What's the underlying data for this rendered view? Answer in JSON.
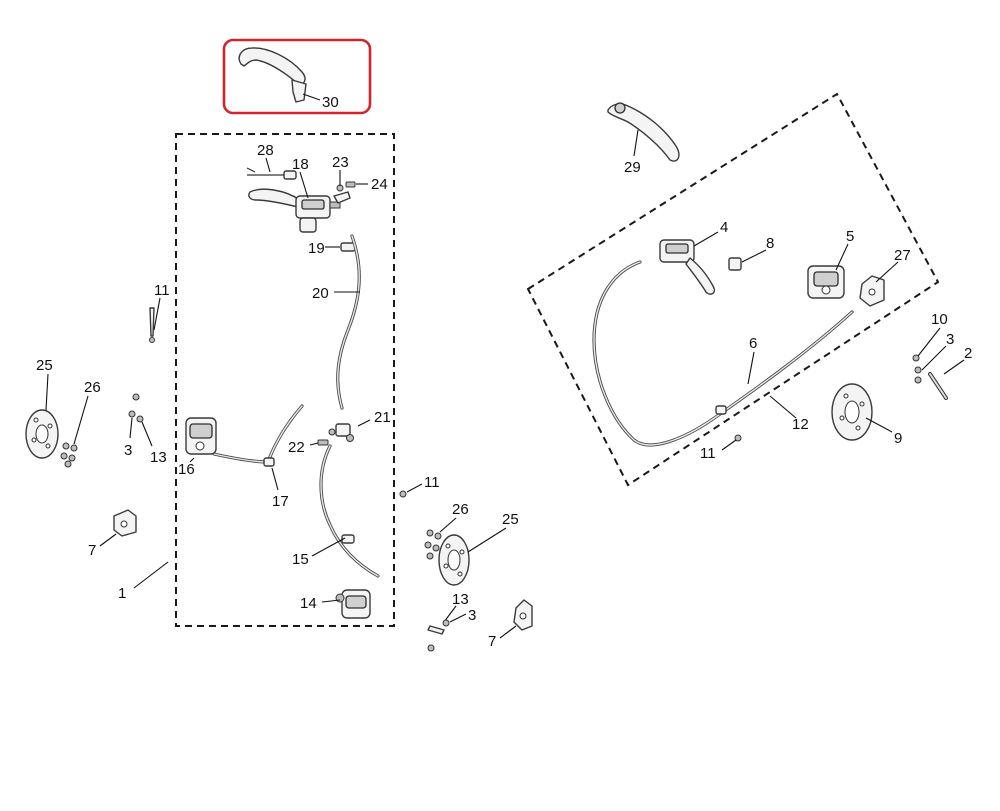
{
  "callouts": {
    "c30": "30",
    "c28": "28",
    "c18": "18",
    "c23": "23",
    "c24": "24",
    "c19": "19",
    "c20": "20",
    "c11a": "11",
    "c25a": "25",
    "c26a": "26",
    "c3a": "3",
    "c13a": "13",
    "c16": "16",
    "c22": "22",
    "c21": "21",
    "c17": "17",
    "c7a": "7",
    "c1": "1",
    "c15": "15",
    "c14": "14",
    "c11b": "11",
    "c26b": "26",
    "c25b": "25",
    "c13b": "13",
    "c3b": "3",
    "c7b": "7",
    "c29": "29",
    "c4": "4",
    "c8": "8",
    "c5": "5",
    "c27": "27",
    "c6": "6",
    "c10": "10",
    "c3c": "3",
    "c2": "2",
    "c12": "12",
    "c11c": "11",
    "c9": "9"
  },
  "colors": {
    "highlight": "#d0252d",
    "line": "#1a1a1a",
    "background": "#ffffff"
  }
}
